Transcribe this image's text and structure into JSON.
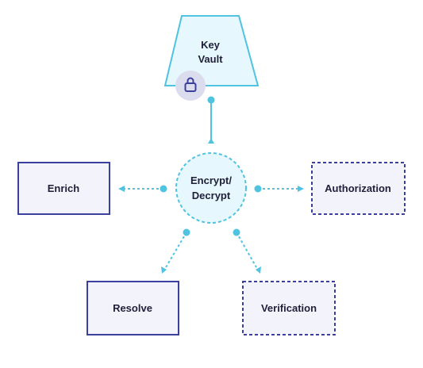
{
  "diagram": {
    "nodes": {
      "key_vault": {
        "line1": "Key",
        "line2": "Vault"
      },
      "center": {
        "line1": "Encrypt/",
        "line2": "Decrypt"
      },
      "enrich": {
        "label": "Enrich"
      },
      "authorization": {
        "label": "Authorization"
      },
      "resolve": {
        "label": "Resolve"
      },
      "verification": {
        "label": "Verification"
      }
    },
    "icons": {
      "key_vault_icon": "lock-icon"
    },
    "colors": {
      "solid_border": "#3b3f9e",
      "dashed_border": "#3b3f9e",
      "box_fill": "#f3f3fb",
      "connector": "#4fc3e0",
      "vault_fill": "#e6f7fd",
      "vault_border": "#4fc3e0",
      "lock_badge": "#dcdcef",
      "text": "#1f1f3a"
    }
  }
}
